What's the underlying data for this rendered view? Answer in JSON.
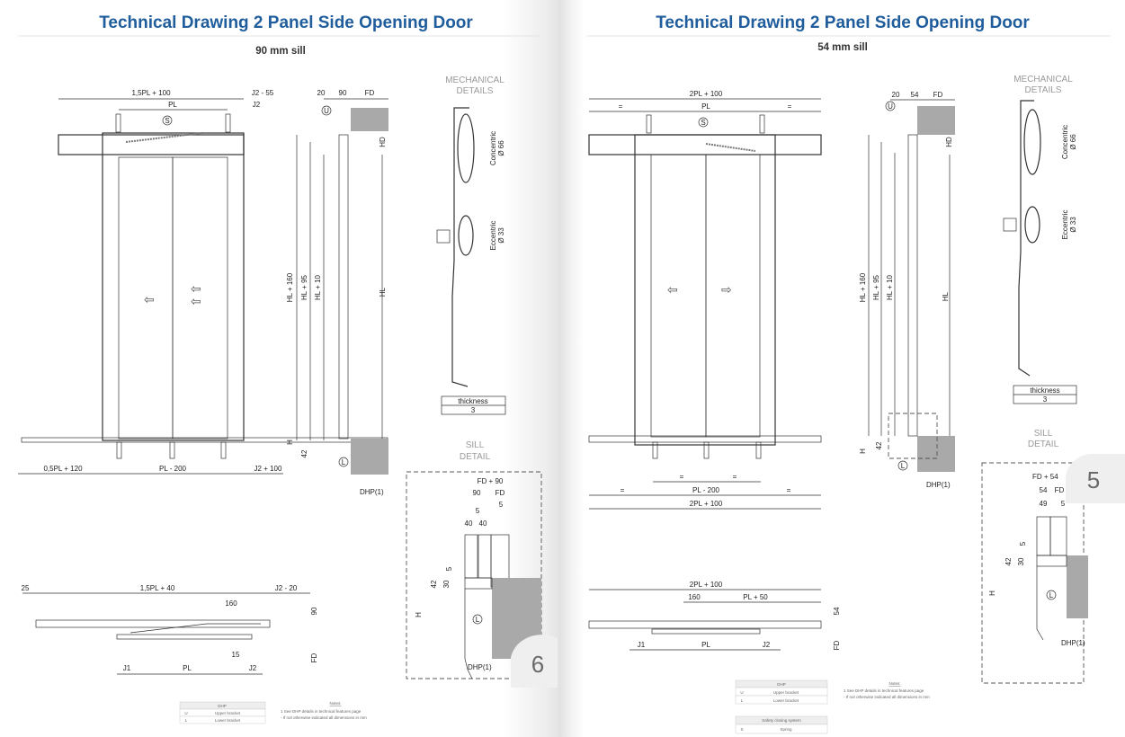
{
  "left_page": {
    "title": "Technical Drawing 2 Panel Side Opening Door",
    "subtitle": "90 mm sill",
    "page_number": "6",
    "front_view": {
      "top_dims": [
        "1,5PL + 100",
        "J2 - 55",
        "PL",
        "J2"
      ],
      "bottom_dims": [
        "0,5PL + 120",
        "PL - 200",
        "J2 + 100"
      ],
      "safety_marker": "S"
    },
    "side_view": {
      "top_dims": [
        "20",
        "90",
        "FD"
      ],
      "vertical_dims": [
        "HL + 160",
        "HL + 95",
        "HL + 10",
        "HL",
        "HD",
        "H",
        "42"
      ],
      "markers": [
        "U",
        "L"
      ],
      "dhp": "DHP(1)"
    },
    "mechanical": {
      "title_line1": "MECHANICAL",
      "title_line2": "DETAILS",
      "concentric": [
        "Concentric",
        "Ø 66"
      ],
      "eccentric": [
        "Eccentric",
        "Ø 33"
      ],
      "thickness_label": "thickness",
      "thickness_value": "3"
    },
    "sill": {
      "title_line1": "SILL",
      "title_line2": "DETAIL",
      "dims": [
        "FD + 90",
        "90",
        "FD",
        "5",
        "5",
        "40",
        "40",
        "5",
        "30",
        "42",
        "H"
      ],
      "marker": "L",
      "dhp": "DHP(1)"
    },
    "plan_view": {
      "dims": [
        "25",
        "1,5PL + 40",
        "J2 - 20",
        "160",
        "90",
        "15",
        "FD",
        "J1",
        "PL",
        "J2"
      ]
    },
    "legend": {
      "header": "DHP",
      "rows": [
        {
          "symbol": "U",
          "label": "Upper bracket"
        },
        {
          "symbol": "L",
          "label": "Lower bracket"
        }
      ]
    },
    "notes": {
      "title": "Notes:",
      "lines": [
        "1  See DHP details in technical features page",
        "-  If not otherwise indicated all dimensions in mm"
      ]
    }
  },
  "right_page": {
    "title": "Technical Drawing 2 Panel Side Opening Door",
    "subtitle": "54 mm sill",
    "page_number": "5",
    "front_view": {
      "top_dims": [
        "2PL + 100",
        "=",
        "PL",
        "="
      ],
      "bottom_dims": [
        "=",
        "=",
        "=",
        "PL - 200",
        "=",
        "2PL + 100"
      ],
      "safety_marker": "S"
    },
    "side_view": {
      "top_dims": [
        "20",
        "54",
        "FD"
      ],
      "vertical_dims": [
        "HL + 160",
        "HL + 95",
        "HL + 10",
        "HL",
        "HD",
        "H",
        "42"
      ],
      "markers": [
        "U",
        "L"
      ],
      "dhp": "DHP(1)"
    },
    "mechanical": {
      "title_line1": "MECHANICAL",
      "title_line2": "DETAILS",
      "concentric": [
        "Concentric",
        "Ø 66"
      ],
      "eccentric": [
        "Eccentric",
        "Ø 33"
      ],
      "thickness_label": "thickness",
      "thickness_value": "3"
    },
    "sill": {
      "title_line1": "SILL",
      "title_line2": "DETAIL",
      "dims": [
        "FD + 54",
        "54",
        "FD",
        "49",
        "5",
        "5",
        "30",
        "42",
        "H"
      ],
      "marker": "L",
      "dhp": "DHP(1)"
    },
    "plan_view": {
      "dims": [
        "2PL + 100",
        "160",
        "PL + 50",
        "54",
        "J1",
        "PL",
        "J2",
        "FD"
      ]
    },
    "legend": {
      "header": "DHP",
      "rows": [
        {
          "symbol": "U",
          "label": "Upper bracket"
        },
        {
          "symbol": "L",
          "label": "Lower bracket"
        }
      ],
      "safety_header": "Safety closing system",
      "safety_rows": [
        {
          "symbol": "S",
          "label": "Spring"
        }
      ]
    },
    "notes": {
      "title": "Notes:",
      "lines": [
        "1  See DHP details in technical features page",
        "-  If not otherwise indicated all dimensions in mm"
      ]
    }
  },
  "colors": {
    "title": "#1f5d9c",
    "panel_light": "#bcc0c4",
    "panel_dark": "#a8acb0",
    "wall": "#a9a9a9"
  }
}
